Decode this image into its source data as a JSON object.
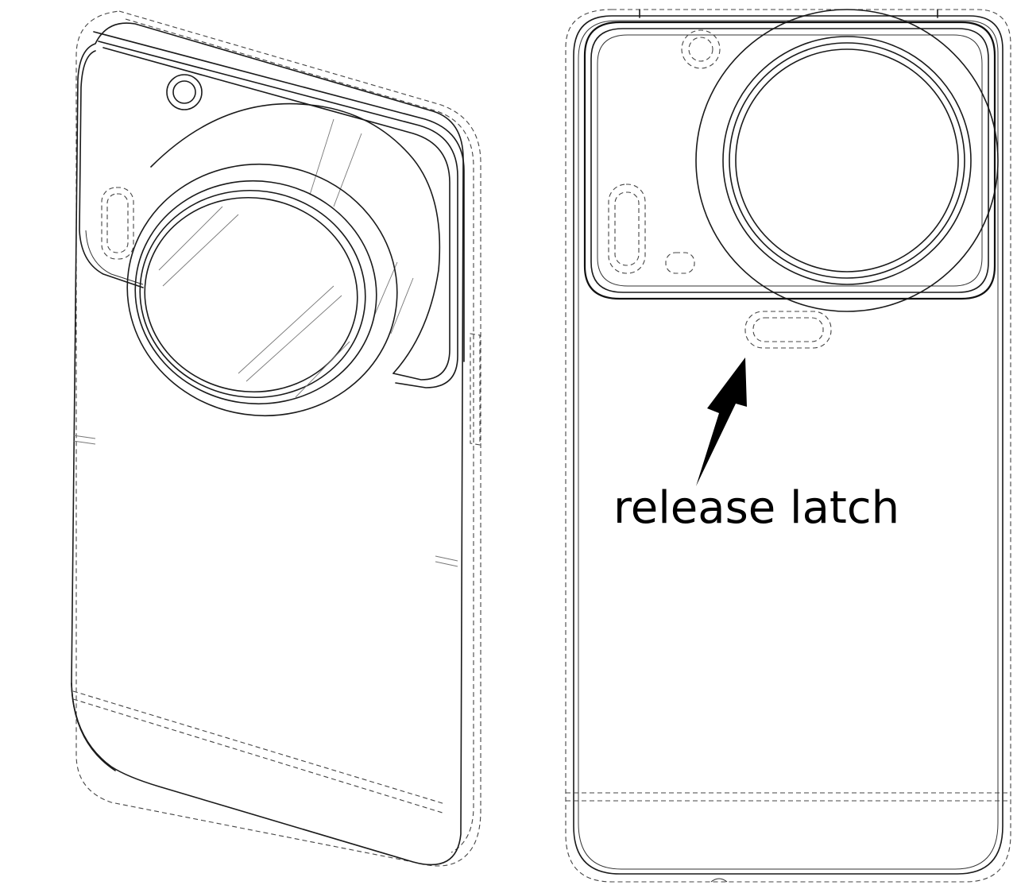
{
  "annotation": {
    "label": "release latch"
  },
  "views": [
    "perspective-view",
    "rear-view"
  ]
}
